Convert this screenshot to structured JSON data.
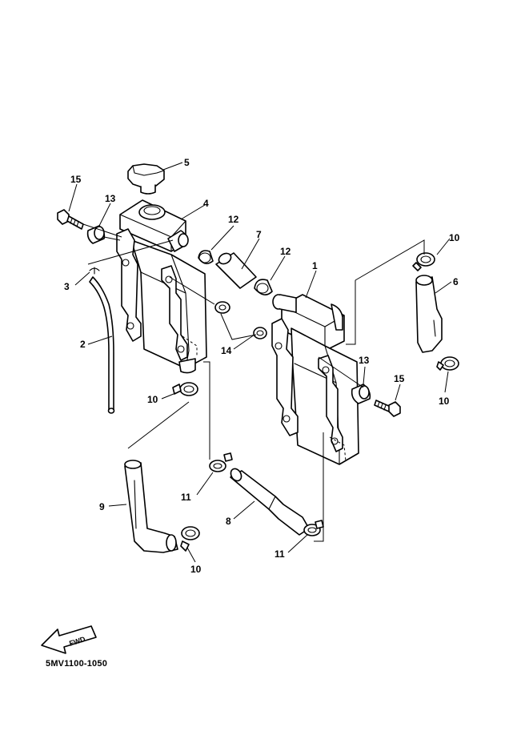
{
  "diagram": {
    "document_code": "5MV1100-1050",
    "fwd_label": "FWD",
    "callouts": [
      {
        "id": "c15a",
        "label": "15"
      },
      {
        "id": "c13a",
        "label": "13"
      },
      {
        "id": "c5",
        "label": "5"
      },
      {
        "id": "c4",
        "label": "4"
      },
      {
        "id": "c12a",
        "label": "12"
      },
      {
        "id": "c7",
        "label": "7"
      },
      {
        "id": "c12b",
        "label": "12"
      },
      {
        "id": "c1",
        "label": "1"
      },
      {
        "id": "c10a",
        "label": "10"
      },
      {
        "id": "c6",
        "label": "6"
      },
      {
        "id": "c3",
        "label": "3"
      },
      {
        "id": "c2",
        "label": "2"
      },
      {
        "id": "c14",
        "label": "14"
      },
      {
        "id": "c13b",
        "label": "13"
      },
      {
        "id": "c15b",
        "label": "15"
      },
      {
        "id": "c10b",
        "label": "10"
      },
      {
        "id": "c10c",
        "label": "10"
      },
      {
        "id": "c11a",
        "label": "11"
      },
      {
        "id": "c9",
        "label": "9"
      },
      {
        "id": "c8",
        "label": "8"
      },
      {
        "id": "c11b",
        "label": "11"
      },
      {
        "id": "c10d",
        "label": "10"
      }
    ]
  }
}
